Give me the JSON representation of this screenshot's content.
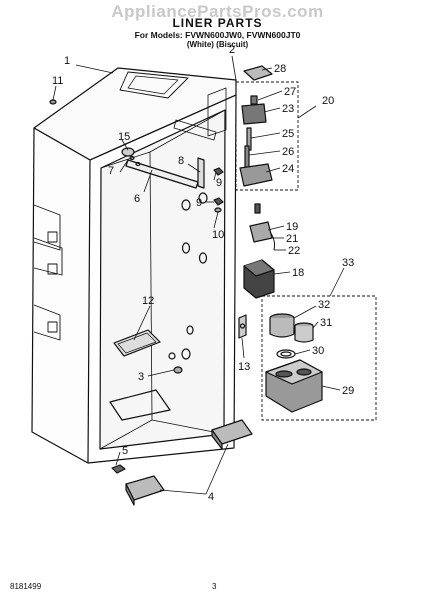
{
  "watermark": "AppliancePartsPros.com",
  "header": {
    "title": "LINER PARTS",
    "models": "For Models: FVWN600JW0, FVWN600JT0",
    "variants": "(White)           (Biscuit)"
  },
  "callouts": {
    "c1": "1",
    "c2": "2",
    "c3": "3",
    "c4": "4",
    "c5": "5",
    "c6": "6",
    "c7": "7",
    "c8": "8",
    "c9a": "9",
    "c9b": "9",
    "c10": "10",
    "c11": "11",
    "c12": "12",
    "c13": "13",
    "c15": "15",
    "c18": "18",
    "c19": "19",
    "c20": "20",
    "c21": "21",
    "c22": "22",
    "c23": "23",
    "c24": "24",
    "c25": "25",
    "c26": "26",
    "c27": "27",
    "c28": "28",
    "c29": "29",
    "c30": "30",
    "c31": "31",
    "c32": "32",
    "c33": "33"
  },
  "footer": {
    "code": "8181499",
    "page": "3"
  }
}
